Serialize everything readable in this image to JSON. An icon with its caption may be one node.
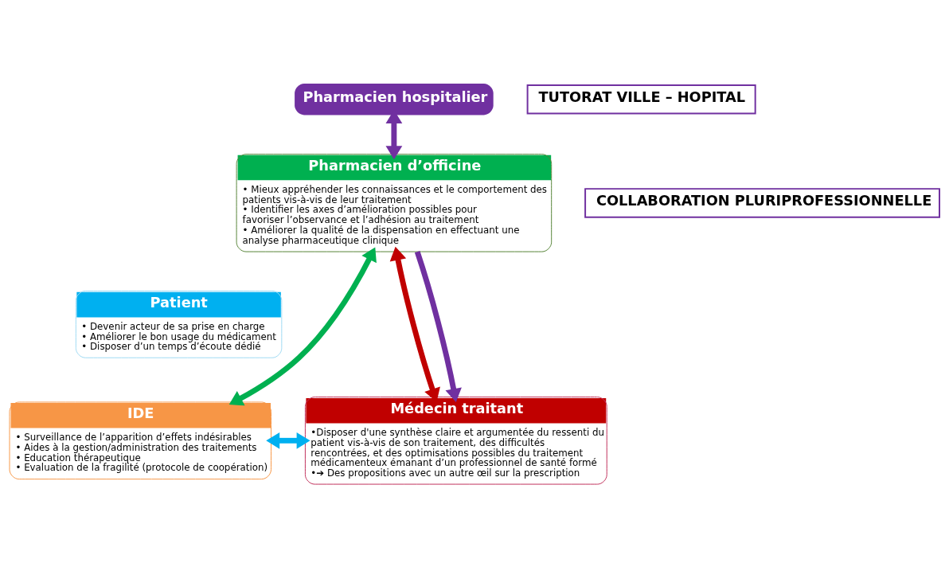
{
  "diagram": {
    "nodes": [
      {
        "text": [
          "Pharmacien hospitalier"
        ]
      },
      {
        "text": [
          "TUTORAT VILLE – HOPITAL"
        ]
      },
      {
        "text": [
          "Pharmacien d’officine",
          "• Mieux appréhender les connaissances et le comportement des patients vis-à-vis de leur traitement",
          "• Identifier les axes d’amélioration possibles pour favoriser l’observance et l’adhésion au traitement",
          "• Améliorer la qualité de la dispensation en effectuant une analyse pharmaceutique clinique"
        ]
      },
      {
        "text": [
          "Patient",
          "• Devenir acteur de sa prise en charge",
          "• Améliorer le bon usage du médicament",
          "• Disposer d’un temps d’écoute dédié"
        ]
      },
      {
        "text": [
          "IDE",
          "• Surveillance de l’apparition d’effets indésirables",
          "• Aides à la gestion/administration des traitements",
          "• Education thérapeutique",
          "• Evaluation de la fragilité (protocole de coopération)"
        ]
      },
      {
        "text": [
          "Médecin traitant",
          "•Disposer d'une synthèse claire et argumentée du ressenti du patient vis-à-vis de son traitement, des difficultés rencontrées, et des optimisations possibles du traitement médicamenteux émanant d’un professionnel de santé formé",
          "•➔ Des propositions avec un autre œil sur la prescription"
        ]
      },
      {
        "text": [
          "COLLABORATION PLURIPROFESSIONNELLE"
        ]
      }
    ],
    "edges": [
      {
        "from": 0,
        "to": 2,
        "arrow": "both",
        "color": "#7030a0"
      },
      {
        "from": 2,
        "to": 4,
        "arrow": "both",
        "color": "#00b050"
      },
      {
        "from": 2,
        "to": 5,
        "arrow": "both",
        "color": "#c00000"
      },
      {
        "from": 4,
        "to": 5,
        "arrow": "both",
        "color": "#00b0f0"
      },
      {
        "from": 2,
        "to": 5,
        "arrow": "to",
        "color": "#7030a0"
      }
    ]
  }
}
